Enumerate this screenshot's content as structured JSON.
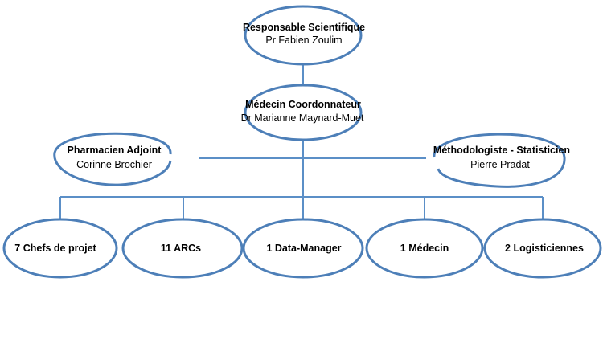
{
  "colors": {
    "connector": "#5b8fc7",
    "oval_stroke": "#4d7fb8",
    "text": "#000000",
    "background": "#ffffff"
  },
  "nodes": {
    "responsable": {
      "title": "Responsable Scientifique",
      "name": "Pr Fabien Zoulim"
    },
    "coordonnateur": {
      "title": "Médecin Coordonnateur",
      "name": "Dr Marianne Maynard-Muet"
    },
    "pharmacien": {
      "title": "Pharmacien Adjoint",
      "name": "Corinne Brochier"
    },
    "methodologiste": {
      "title": "Méthodologiste - Statisticien",
      "name": "Pierre Pradat"
    },
    "team": [
      {
        "label": "7 Chefs de projet"
      },
      {
        "label": "11 ARCs"
      },
      {
        "label": "1 Data-Manager"
      },
      {
        "label": "1 Médecin"
      },
      {
        "label": "2 Logisticiennes"
      }
    ]
  }
}
